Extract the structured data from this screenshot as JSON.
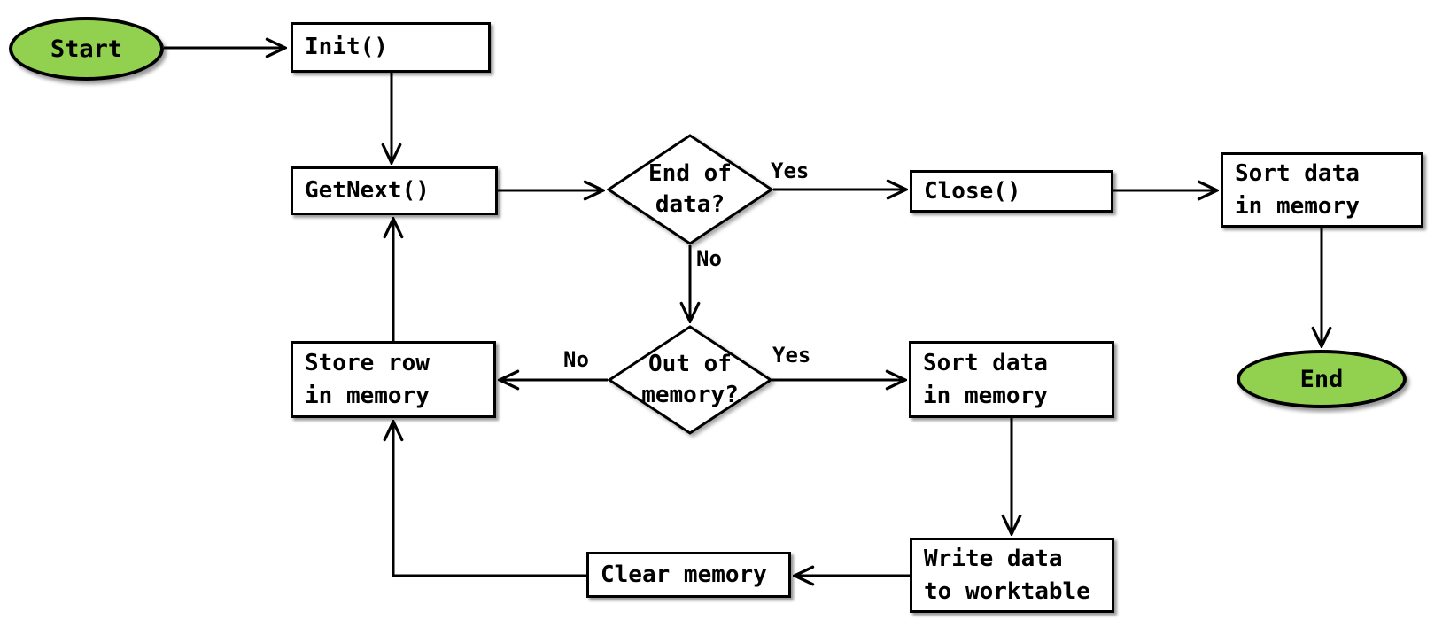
{
  "diagram": {
    "type": "flowchart",
    "background": "#FFFFFF"
  },
  "colors": {
    "terminal_fill": "#92D050",
    "shape_fill": "#FFFFFF",
    "shape_border": "#000000",
    "line": "#000000",
    "text": "#000000"
  },
  "nodes": {
    "start": {
      "shape": "ellipse",
      "label": "Start"
    },
    "init": {
      "shape": "rect",
      "label": "Init()"
    },
    "getnext": {
      "shape": "rect",
      "label": "GetNext()"
    },
    "end_of_data": {
      "shape": "diamond",
      "label": "End of\ndata?"
    },
    "close": {
      "shape": "rect",
      "label": "Close()"
    },
    "sort_top": {
      "shape": "rect",
      "label": "Sort data\nin memory"
    },
    "end": {
      "shape": "ellipse",
      "label": "End"
    },
    "store_row": {
      "shape": "rect",
      "label": "Store row\nin memory"
    },
    "out_of_memory": {
      "shape": "diamond",
      "label": "Out of\nmemory?"
    },
    "sort_mid": {
      "shape": "rect",
      "label": "Sort data\nin memory"
    },
    "write_data": {
      "shape": "rect",
      "label": "Write data\nto worktable"
    },
    "clear_memory": {
      "shape": "rect",
      "label": "Clear memory"
    }
  },
  "edge_labels": {
    "end_of_data_yes": "Yes",
    "end_of_data_no": "No",
    "out_of_memory_no": "No",
    "out_of_memory_yes": "Yes"
  },
  "edges": [
    {
      "from": "start",
      "to": "init",
      "label": ""
    },
    {
      "from": "init",
      "to": "getnext",
      "label": ""
    },
    {
      "from": "getnext",
      "to": "end_of_data",
      "label": ""
    },
    {
      "from": "end_of_data",
      "to": "close",
      "label": "Yes"
    },
    {
      "from": "end_of_data",
      "to": "out_of_memory",
      "label": "No"
    },
    {
      "from": "out_of_memory",
      "to": "store_row",
      "label": "No"
    },
    {
      "from": "out_of_memory",
      "to": "sort_mid",
      "label": "Yes"
    },
    {
      "from": "close",
      "to": "sort_top",
      "label": ""
    },
    {
      "from": "sort_top",
      "to": "end",
      "label": ""
    },
    {
      "from": "sort_mid",
      "to": "write_data",
      "label": ""
    },
    {
      "from": "write_data",
      "to": "clear_memory",
      "label": ""
    },
    {
      "from": "clear_memory",
      "to": "store_row",
      "label": ""
    },
    {
      "from": "store_row",
      "to": "getnext",
      "label": ""
    }
  ]
}
